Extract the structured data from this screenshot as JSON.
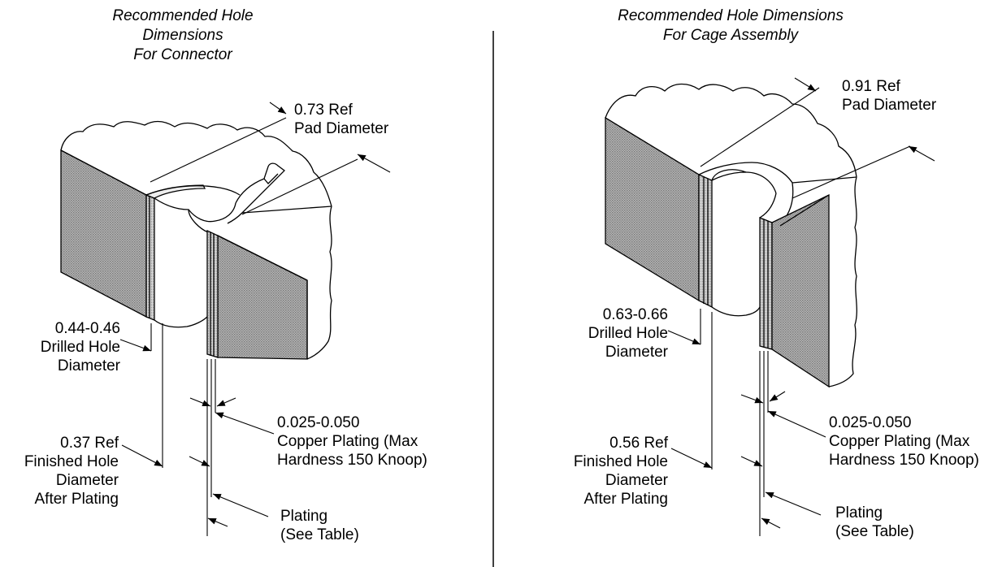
{
  "left_panel": {
    "title_line1": "Recommended Hole Dimensions",
    "title_line2": "For Connector",
    "pad_dim": "0.73 Ref",
    "pad_label": "Pad Diameter",
    "drill_dim": "0.44-0.46",
    "drill_label1": "Drilled Hole",
    "drill_label2": "Diameter",
    "copper_dim": "0.025-0.050",
    "copper_label1": "Copper Plating (Max",
    "copper_label2": "Hardness 150 Knoop)",
    "finished_dim": "0.37 Ref",
    "finished_label1": "Finished Hole",
    "finished_label2": "Diameter",
    "finished_label3": "After Plating",
    "plating_label1": "Plating",
    "plating_label2": "(See Table)"
  },
  "right_panel": {
    "title_line1": "Recommended Hole Dimensions",
    "title_line2": "For Cage Assembly",
    "pad_dim": "0.91 Ref",
    "pad_label": "Pad Diameter",
    "drill_dim": "0.63-0.66",
    "drill_label1": "Drilled Hole",
    "drill_label2": "Diameter",
    "copper_dim": "0.025-0.050",
    "copper_label1": "Copper Plating (Max",
    "copper_label2": "Hardness 150 Knoop)",
    "finished_dim": "0.56 Ref",
    "finished_label1": "Finished Hole",
    "finished_label2": "Diameter",
    "finished_label3": "After Plating",
    "plating_label1": "Plating",
    "plating_label2": "(See Table)"
  }
}
